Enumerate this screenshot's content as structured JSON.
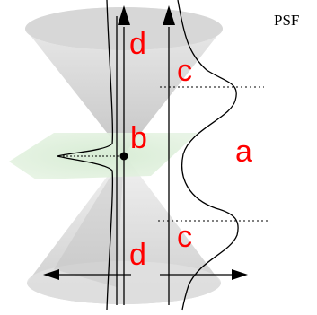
{
  "labels": {
    "psf": "PSF",
    "d_top": "d",
    "c_top": "c",
    "b": "b",
    "a": "a",
    "c_bottom": "c",
    "d_bottom": "d"
  },
  "colors": {
    "annotation": "#ff0000",
    "cone_fill": "#c8c8c8",
    "focal_plane": "#cfe8c8",
    "line": "#000000"
  }
}
